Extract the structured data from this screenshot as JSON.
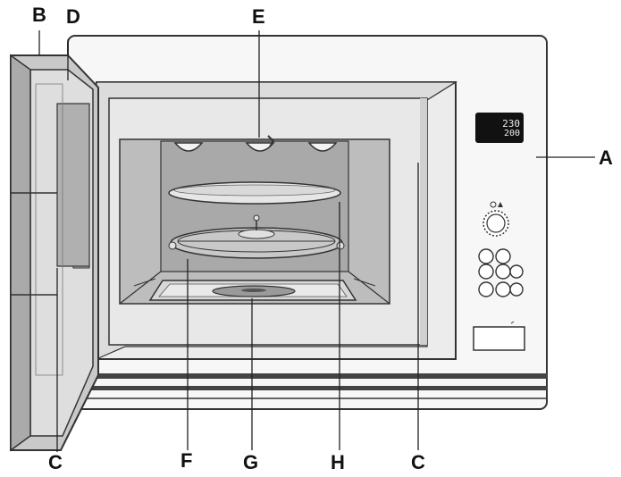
{
  "labels": {
    "A": "A",
    "B": "B",
    "D": "D",
    "E": "E",
    "C_left": "C",
    "F": "F",
    "G": "G",
    "H": "H",
    "C_right": "C"
  },
  "display": {
    "line1": "230",
    "line2": "200"
  },
  "colors": {
    "outline": "#333333",
    "cavity_grey": "#b5b5b5",
    "cavity_light": "#e6e6e6",
    "panel_fill": "#f7f7f7",
    "door_frame": "#c9c9c9",
    "door_window": "#b3b3b3",
    "stripe": "#444444"
  }
}
